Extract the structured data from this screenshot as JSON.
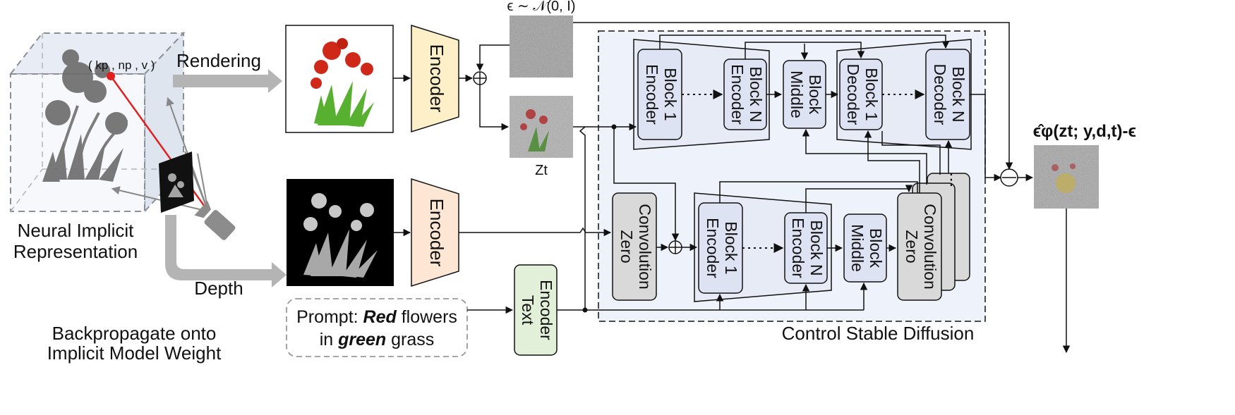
{
  "labels": {
    "rendering": "Rendering",
    "depth": "Depth",
    "nir_line1": "Neural Implicit",
    "nir_line2": "Representation",
    "kpnp": "( kp , np , v )",
    "noise": "ϵ ∼ 𝒩(0, I)",
    "zt": "Zt",
    "backprop_line1": "Backpropagate onto",
    "backprop_line2": "Implicit Model Weight",
    "control_sd": "Control Stable Diffusion",
    "output_formula": "ϵ̂φ(zt; y,d,t)-ϵ"
  },
  "prompt": {
    "line1_prefix": "Prompt: ",
    "line1_bold": "Red",
    "line1_suffix": " flowers",
    "line2_prefix": "in ",
    "line2_bold": "green",
    "line2_suffix": " grass"
  },
  "encoders": {
    "rendering_encoder": "Encoder",
    "depth_encoder": "Encoder",
    "text_encoder_line1": "Text",
    "text_encoder_line2": "Encoder"
  },
  "sd_blocks": {
    "enc1_line1": "Encoder",
    "enc1_line2": "Block 1",
    "encN_line1": "Encoder",
    "encN_line2": "Block N",
    "mid_line1": "Middle",
    "mid_line2": "Block",
    "dec1_line1": "Decoder",
    "dec1_line2": "Block 1",
    "decN_line1": "Decoder",
    "decN_line2": "Block N"
  },
  "ctrl_blocks": {
    "zero1_line1": "Zero",
    "zero1_line2": "Convolution",
    "enc1_line1": "Encoder",
    "enc1_line2": "Block 1",
    "encN_line1": "Encoder",
    "encN_line2": "Block N",
    "mid_line1": "Middle",
    "mid_line2": "Block",
    "zero2_line1": "Zero",
    "zero2_line2": "Convolution",
    "dots": "⋮"
  },
  "colors": {
    "encoder_yellow": "#fdf0c8",
    "encoder_orange": "#fde6d4",
    "text_encoder_green": "#e2efd9",
    "block_blue": "#dde3f3",
    "zero_gray": "#d9d9d9",
    "panel_blue": "#eef2fa",
    "red_ray": "#e02020",
    "flower_red": "#d02818",
    "grass_green": "#58b030"
  }
}
